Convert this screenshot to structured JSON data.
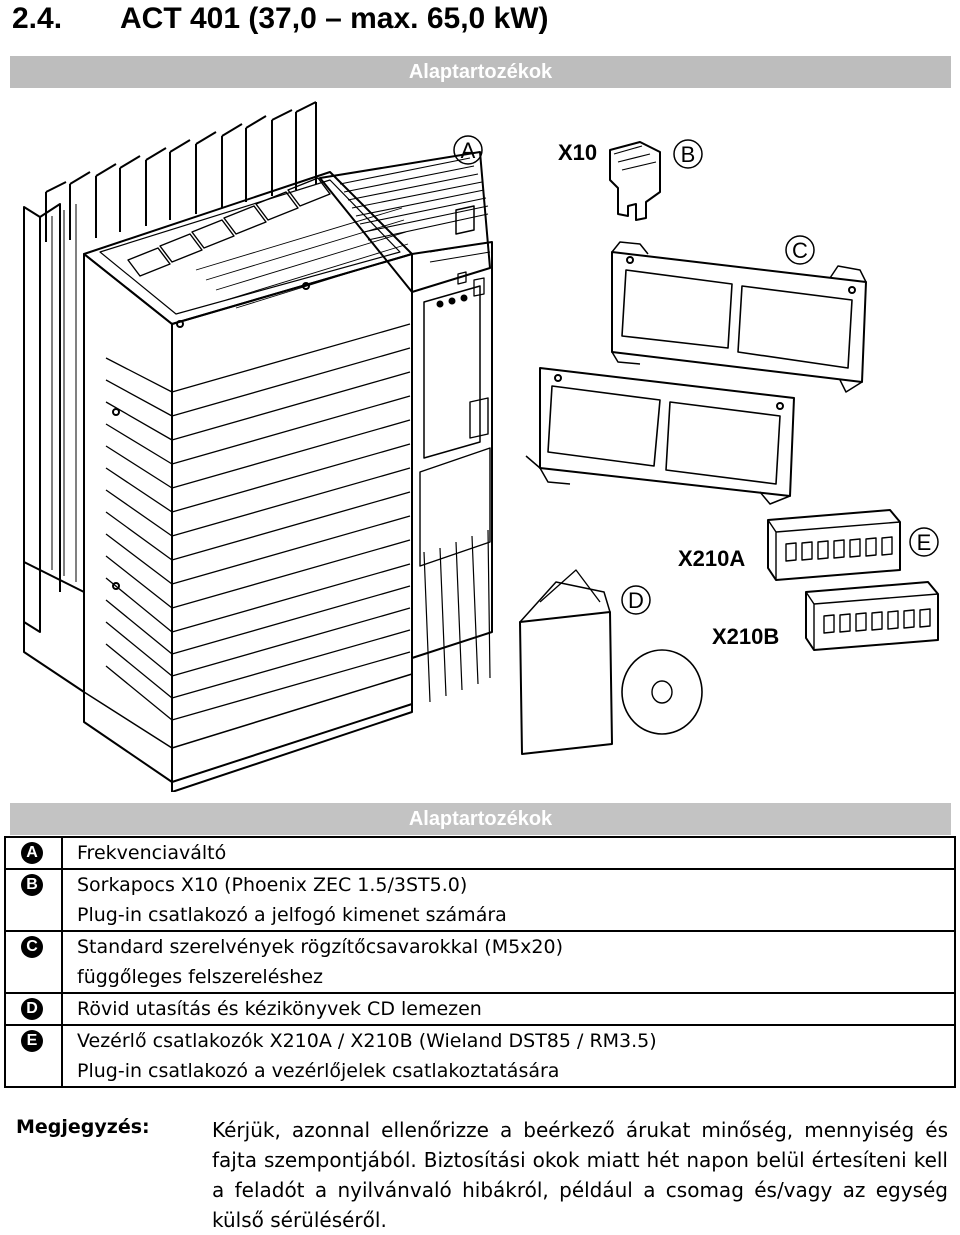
{
  "section": {
    "number": "2.4.",
    "title": "ACT 401 (37,0 – max. 65,0 kW)"
  },
  "banner_top": "Alaptartozékok",
  "figure_labels": {
    "a": "A",
    "x10": "X10",
    "b": "B",
    "c": "C",
    "d": "D",
    "e": "E",
    "x210a": "X210A",
    "x210b": "X210B"
  },
  "banner_bottom": "Alaptartozékok",
  "accessories": [
    {
      "badge": "A",
      "lines": [
        "Frekvenciaváltó"
      ]
    },
    {
      "badge": "B",
      "lines": [
        "Sorkapocs X10 (Phoenix ZEC 1.5/3ST5.0)",
        "Plug-in csatlakozó a jelfogó kimenet számára"
      ]
    },
    {
      "badge": "C",
      "lines": [
        "Standard szerelvények rögzítőcsavarokkal (M5x20)",
        "függőleges felszereléshez"
      ]
    },
    {
      "badge": "D",
      "lines": [
        "Rövid utasítás és kézikönyvek CD lemezen"
      ]
    },
    {
      "badge": "E",
      "lines": [
        "Vezérlő csatlakozók X210A / X210B (Wieland DST85 / RM3.5)",
        "Plug-in csatlakozó a vezérlőjelek csatlakoztatására"
      ]
    }
  ],
  "note": {
    "label": "Megjegyzés:",
    "text": "Kérjük, azonnal ellenőrizze a beérkező árukat minőség, mennyiség és fajta szempontjából. Biztosítási okok miatt hét napon belül értesíteni kell a feladót a nyilvánvaló hibákról, például a csomag és/vagy az egység külső sérüléséről."
  }
}
